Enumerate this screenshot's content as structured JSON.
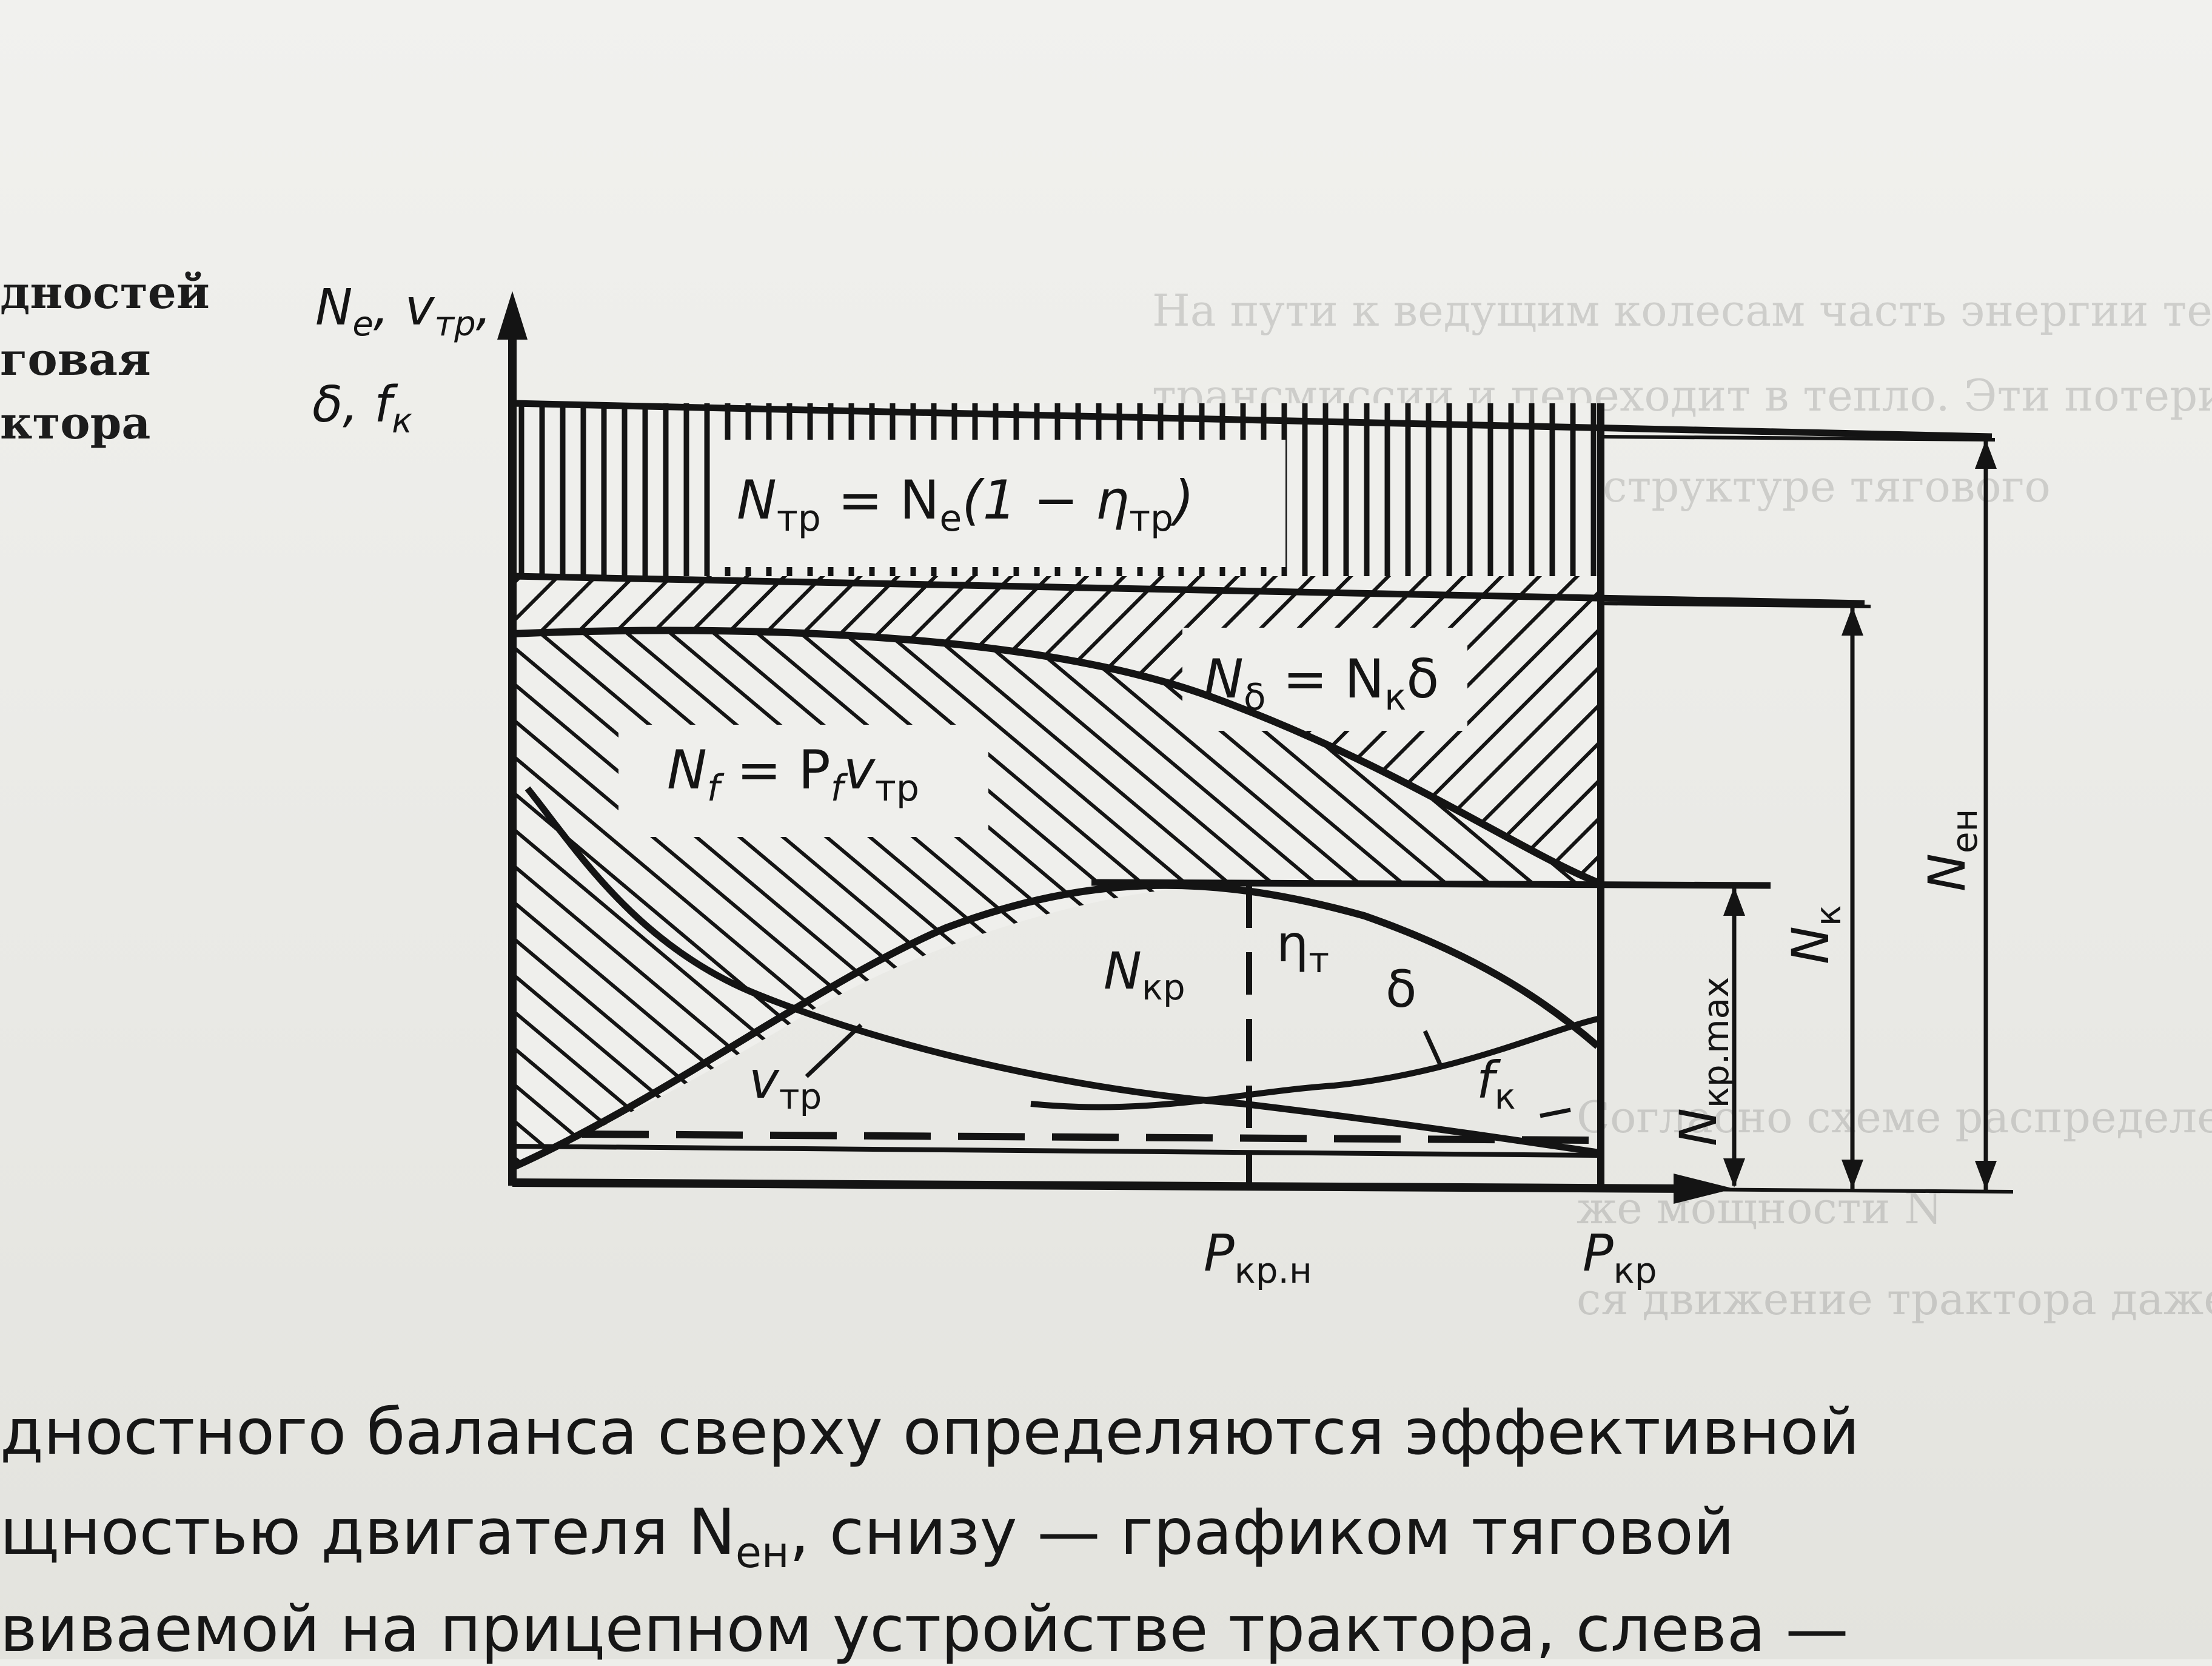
{
  "page_text": {
    "left_column": [
      "дностей",
      "говая",
      "ктора"
    ],
    "body_lines": [
      "дностного баланса сверху определяются эффективной",
      "щностью двигателя N",
      "ен",
      ", снизу — графиком тяговой",
      "виваемой на прицепном устройстве трактора, слева —"
    ]
  },
  "diagram": {
    "y_axis": {
      "line1_main": "N",
      "line1_sub_e": "е",
      "line1_mid": ", v",
      "line1_sub_tr": "тр",
      "line1_end": ",",
      "line2_main": "δ, f",
      "line2_sub": "к"
    },
    "x_ticks": {
      "nominal_main": "P",
      "nominal_sub": "кр.н",
      "end_main": "P",
      "end_sub": "кр"
    },
    "zones": {
      "n_tr_formula": "N",
      "n_tr_sub": "тр",
      "n_tr_rest": " = N",
      "n_tr_sub_e": "е",
      "n_tr_tail": "(1 − η",
      "n_tr_tail_sub": "тр",
      "n_tr_close": ")",
      "n_delta_main": "N",
      "n_delta_sub": "δ",
      "n_delta_rest": " = N",
      "n_delta_sub_k": "к",
      "n_delta_end": "δ",
      "n_f_main": "N",
      "n_f_sub": "f",
      "n_f_rest": " = P",
      "n_f_sub2": "f",
      "n_f_v": "v",
      "n_f_v_sub": "тр"
    },
    "curve_labels": {
      "n_kr_main": "N",
      "n_kr_sub": "кр",
      "eta_main": "η",
      "eta_sub": "т",
      "delta": "δ",
      "v_main": "v",
      "v_sub": "тр",
      "f_main": "f",
      "f_sub": "к"
    },
    "dimensions": {
      "n_kr_max_main": "N",
      "n_kr_max_sub": "кр.max",
      "n_k_main": "N",
      "n_k_sub": "к",
      "n_en_main": "N",
      "n_en_sub": "ен"
    }
  },
  "ghost_text": [
    "На пути к ведущим колесам часть энергии теряется",
    "трансмиссии и переходит в тепло. Эти потери",
    "учитываются в структуре тягового",
    "Согласно схеме распределение",
    "же мощности N",
    "ся движение трактора даже без нагрузки на крюке"
  ],
  "colors": {
    "ink": "#141414",
    "paper": "#eeeeea"
  }
}
